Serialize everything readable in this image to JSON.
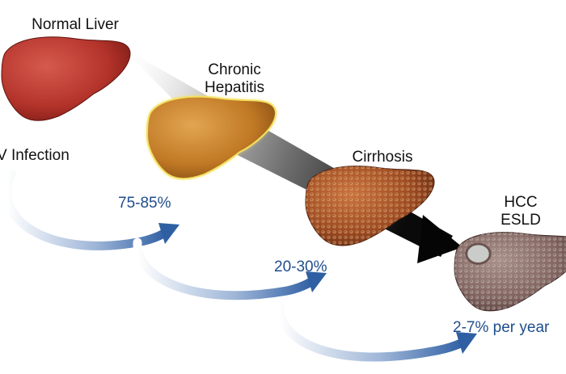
{
  "stages": [
    {
      "label": "Normal Liver"
    },
    {
      "label_line1": "Chronic",
      "label_line2": "Hepatitis"
    },
    {
      "label": "Cirrhosis"
    },
    {
      "label_line1": "HCC",
      "label_line2": "ESLD"
    }
  ],
  "infection_label": "V Infection",
  "transitions": [
    {
      "text": "75-85%"
    },
    {
      "text": "20-30%"
    },
    {
      "text": "2-7% per year"
    }
  ],
  "colors": {
    "normal_liver": "#b8352d",
    "hepatitis_liver": "#c8832a",
    "cirrhosis_liver": "#a8542a",
    "hcc_liver": "#8a6a64",
    "percent_text": "#1f4e8c",
    "curve_arrow": "#3a6aa8",
    "label_text": "#111111"
  }
}
